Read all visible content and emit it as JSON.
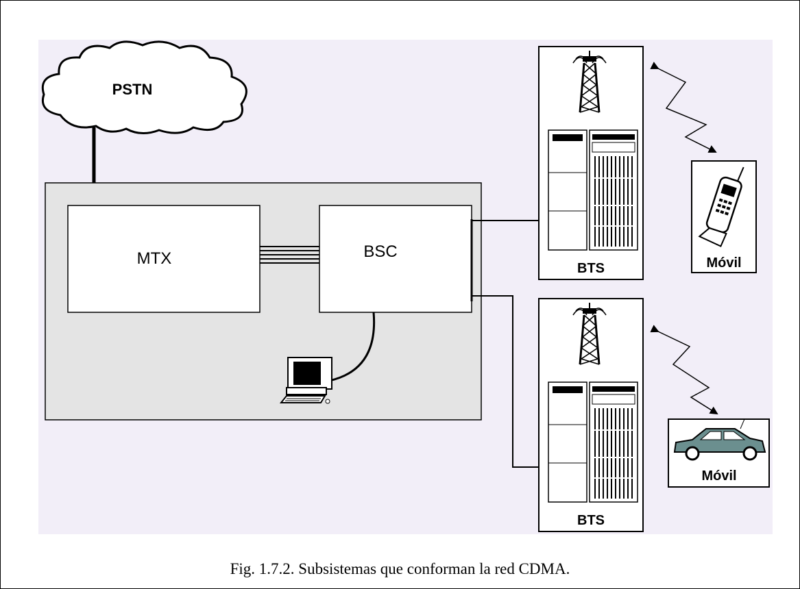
{
  "nodes": {
    "pstn": "PSTN",
    "mtx": "MTX",
    "bsc": "BSC",
    "bts_top": "BTS",
    "bts_bottom": "BTS",
    "mobile_phone": "Móvil",
    "mobile_car": "Móvil"
  },
  "caption": "Fig. 1.7.2. Subsistemas que conforman la red CDMA.",
  "colors": {
    "background": "#f2eef8",
    "switch_panel": "#e4e4e4",
    "car_body": "#6b8f8f",
    "line": "#000000"
  },
  "icons": [
    "cloud-icon",
    "tower-antenna-icon",
    "equipment-rack-icon",
    "cellphone-icon",
    "car-icon",
    "computer-terminal-icon",
    "radio-link-icon"
  ]
}
